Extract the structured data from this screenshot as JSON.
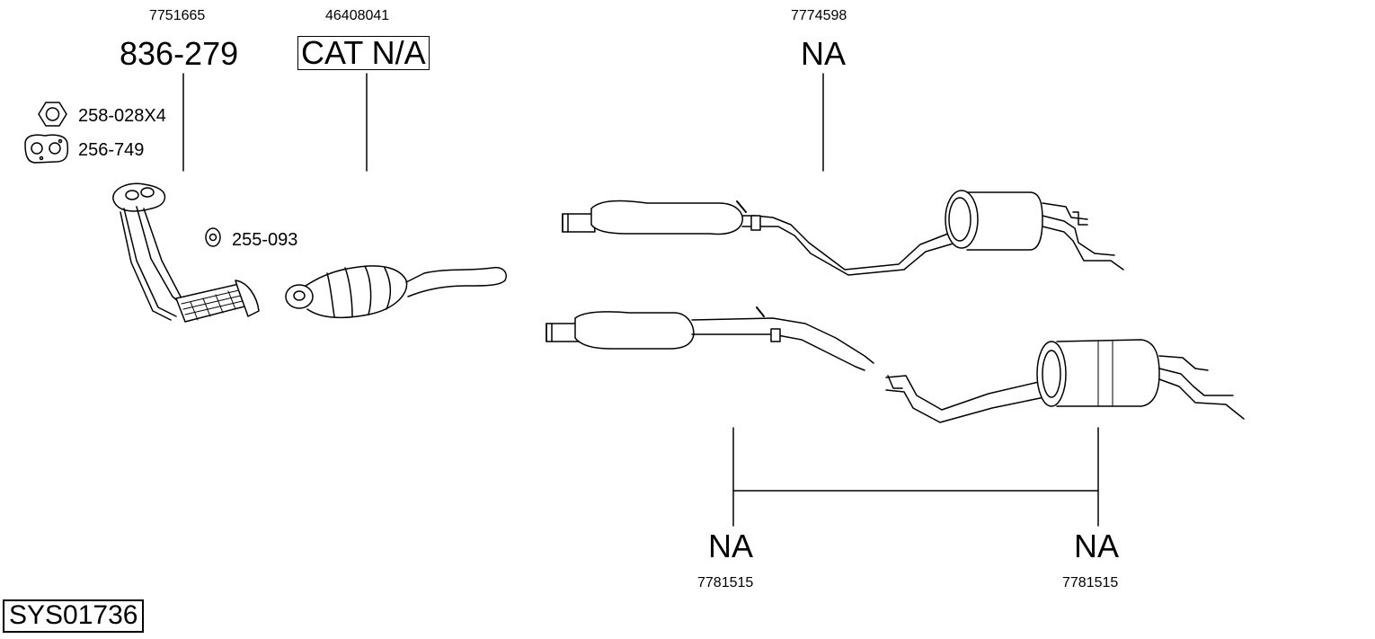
{
  "system_code": "SYS01736",
  "labels": {
    "downpipe": {
      "oem": "7751665",
      "part": "836-279"
    },
    "catalyst": {
      "oem": "46408041",
      "part": "CAT N/A"
    },
    "rear_assembly": {
      "oem": "7774598",
      "part": "NA"
    },
    "alt_left": {
      "oem": "7781515",
      "part": "NA"
    },
    "alt_right": {
      "oem": "7781515",
      "part": "NA"
    }
  },
  "fittings": {
    "nut": "258-028X4",
    "gasket_flange": "256-749",
    "gasket_ring": "255-093"
  }
}
